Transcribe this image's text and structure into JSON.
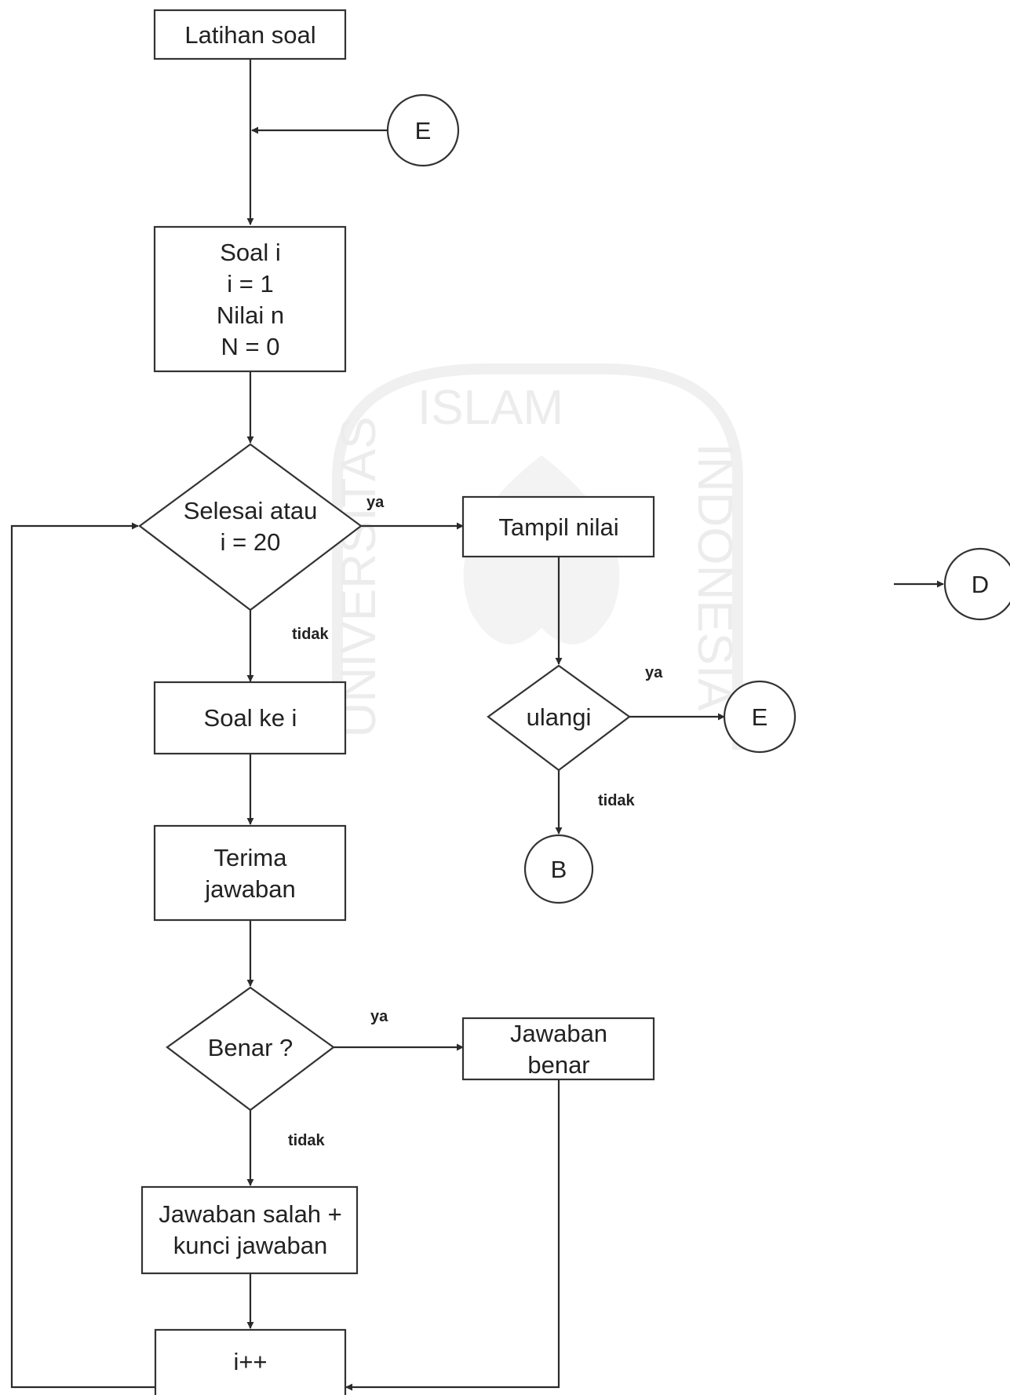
{
  "flowchart": {
    "nodes": {
      "latihan_soal": {
        "lines": [
          "Latihan soal"
        ]
      },
      "connector_e_top": {
        "lines": [
          "E"
        ]
      },
      "soal_init": {
        "lines": [
          "Soal i",
          "i = 1",
          "Nilai n",
          "N = 0"
        ]
      },
      "selesai": {
        "lines": [
          "Selesai atau",
          "i = 20"
        ]
      },
      "tampil_nilai": {
        "lines": [
          "Tampil nilai"
        ]
      },
      "connector_d": {
        "lines": [
          "D"
        ]
      },
      "ulangi": {
        "lines": [
          "ulangi"
        ]
      },
      "connector_e": {
        "lines": [
          "E"
        ]
      },
      "connector_b": {
        "lines": [
          "B"
        ]
      },
      "soal_ke_i": {
        "lines": [
          "Soal ke i"
        ]
      },
      "terima_jawaban": {
        "lines": [
          "Terima",
          "jawaban"
        ]
      },
      "benar": {
        "lines": [
          "Benar ?"
        ]
      },
      "jawaban_benar": {
        "lines": [
          "Jawaban",
          "benar"
        ]
      },
      "jawaban_salah": {
        "lines": [
          "Jawaban salah +",
          "kunci jawaban"
        ]
      },
      "increment": {
        "lines": [
          "i++"
        ]
      }
    },
    "edge_labels": {
      "selesai_ya": "ya",
      "selesai_tidak": "tidak",
      "ulangi_ya": "ya",
      "ulangi_tidak": "tidak",
      "benar_ya": "ya",
      "benar_tidak": "tidak"
    }
  },
  "watermark": {
    "text_top": "ISLAM",
    "text_left": "UNIVERSITAS",
    "text_right": "INDONESIA"
  }
}
